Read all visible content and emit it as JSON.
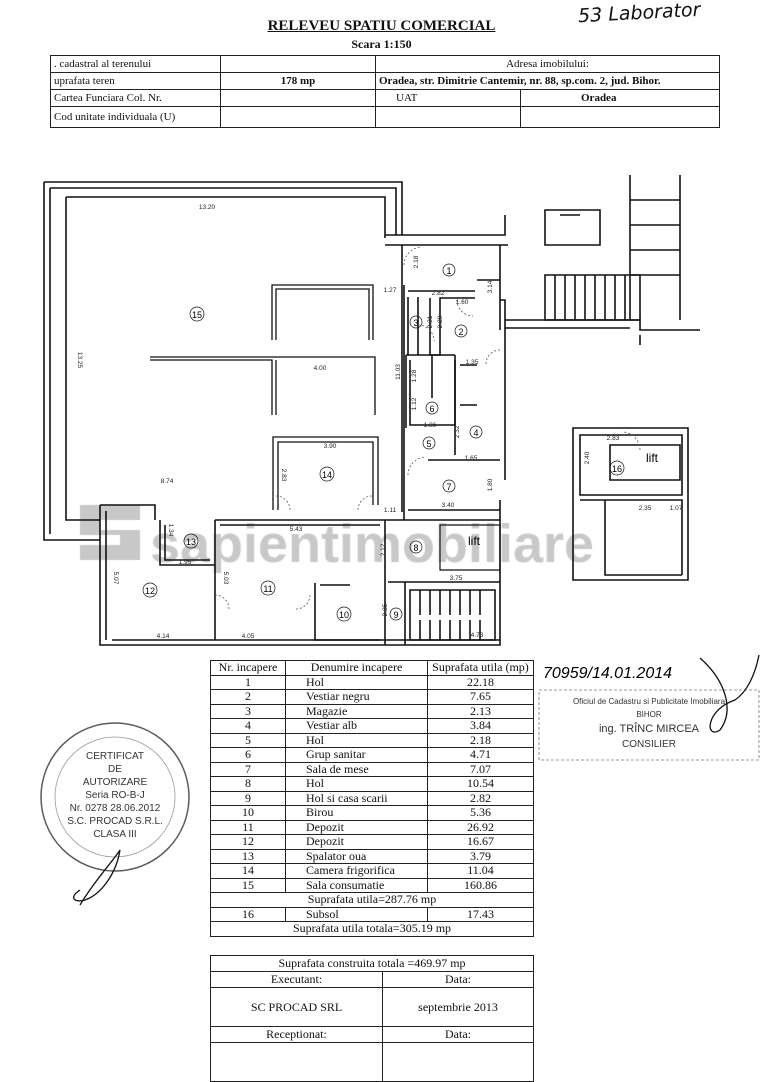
{
  "document": {
    "title": "RELEVEU SPATIU COMERCIAL",
    "scale": "Scara 1:150",
    "handwritten_note": "53 Laborator"
  },
  "header_table": {
    "cadastral_label": ". cadastral al terenului",
    "address_label": "Adresa imobilului:",
    "land_area_label": "uprafata teren",
    "land_area_value": "178 mp",
    "address_value": "Oradea, str. Dimitrie Cantemir, nr. 88, sp.com. 2, jud. Bihor.",
    "land_book_label": "Cartea Funciara Col. Nr.",
    "uat_label": "UAT",
    "uat_value": "Oradea",
    "unit_code_label": "Cod unitate individuala (U)"
  },
  "floor_plan": {
    "rooms": [
      "1",
      "2",
      "3",
      "4",
      "5",
      "6",
      "7",
      "8",
      "9",
      "10",
      "11",
      "12",
      "13",
      "14",
      "15",
      "16"
    ],
    "lift_label": "lift",
    "dimensions": {
      "d1320": "13.20",
      "d1325": "13.25",
      "d874": "8.74",
      "d400": "4.00",
      "d390": "3.90",
      "d283a": "2.83",
      "d127": "1.27",
      "d1103": "11.03",
      "d111": "1.11",
      "d218": "2.18",
      "d282": "2.82",
      "d160": "1.60",
      "d314": "3.14",
      "d231": "2.31",
      "d229": "2.29",
      "d135": "1.35",
      "d128": "1.28",
      "d112": "1.12",
      "d186": "1.86",
      "d232": "2.32",
      "d165": "1.65",
      "d180": "1.80",
      "d340": "3.40",
      "d543": "5.43",
      "d134": "1.34",
      "d195": "1.95",
      "d507": "5.07",
      "d503": "5.03",
      "d212": "2.12",
      "d235a": "2.35",
      "d375": "3.75",
      "d473": "4.73",
      "d414": "4.14",
      "d405": "4.05",
      "d283b": "2.83",
      "d240": "2.40",
      "d235b": "2.35",
      "d107": "1.07"
    }
  },
  "watermark": "sapientimobiliare",
  "rooms_table": {
    "headers": [
      "Nr. incapere",
      "Denumire incapere",
      "Suprafata utila (mp)"
    ],
    "rows": [
      {
        "nr": "1",
        "name": "Hol",
        "area": "22.18"
      },
      {
        "nr": "2",
        "name": "Vestiar negru",
        "area": "7.65"
      },
      {
        "nr": "3",
        "name": "Magazie",
        "area": "2.13"
      },
      {
        "nr": "4",
        "name": "Vestiar alb",
        "area": "3.84"
      },
      {
        "nr": "5",
        "name": "Hol",
        "area": "2.18"
      },
      {
        "nr": "6",
        "name": "Grup sanitar",
        "area": "4.71"
      },
      {
        "nr": "7",
        "name": "Sala de mese",
        "area": "7.07"
      },
      {
        "nr": "8",
        "name": "Hol",
        "area": "10.54"
      },
      {
        "nr": "9",
        "name": "Hol si casa scarii",
        "area": "2.82"
      },
      {
        "nr": "10",
        "name": "Birou",
        "area": "5.36"
      },
      {
        "nr": "11",
        "name": "Depozit",
        "area": "26.92"
      },
      {
        "nr": "12",
        "name": "Depozit",
        "area": "16.67"
      },
      {
        "nr": "13",
        "name": "Spalator oua",
        "area": "3.79"
      },
      {
        "nr": "14",
        "name": "Camera frigorifica",
        "area": "11.04"
      },
      {
        "nr": "15",
        "name": "Sala consumatie",
        "area": "160.86"
      }
    ],
    "subtotal": "Suprafata utila=287.76 mp",
    "basement": {
      "nr": "16",
      "name": "Subsol",
      "area": "17.43"
    },
    "total_usable": "Suprafata utila totala=305.19 mp",
    "total_built": "Suprafata construita totala =469.97 mp"
  },
  "footer_table": {
    "executant_label": "Executant:",
    "date_label": "Data:",
    "executant_value": "SC PROCAD SRL",
    "date_value": "septembrie 2013",
    "received_label": "Receptionat:",
    "date_label_2": "Data:"
  },
  "stamps": {
    "certificate": {
      "line1": "CERTIFICAT",
      "line2": "DE",
      "line3": "AUTORIZARE",
      "line4": "Seria RO-B-J",
      "line5": "Nr. 0278 28.06.2012",
      "line6": "S.C. PROCAD S.R.L.",
      "line7": "CLASA III"
    },
    "registration": {
      "number": "70959/14.01.2014",
      "office": "Oficiul de Cadastru si Publicitate Imobiliara",
      "county": "BIHOR",
      "name": "ing. TRÎNC MIRCEA",
      "role": "CONSILIER"
    }
  },
  "colors": {
    "ink": "#111111",
    "watermark": "#9a9a9a"
  }
}
